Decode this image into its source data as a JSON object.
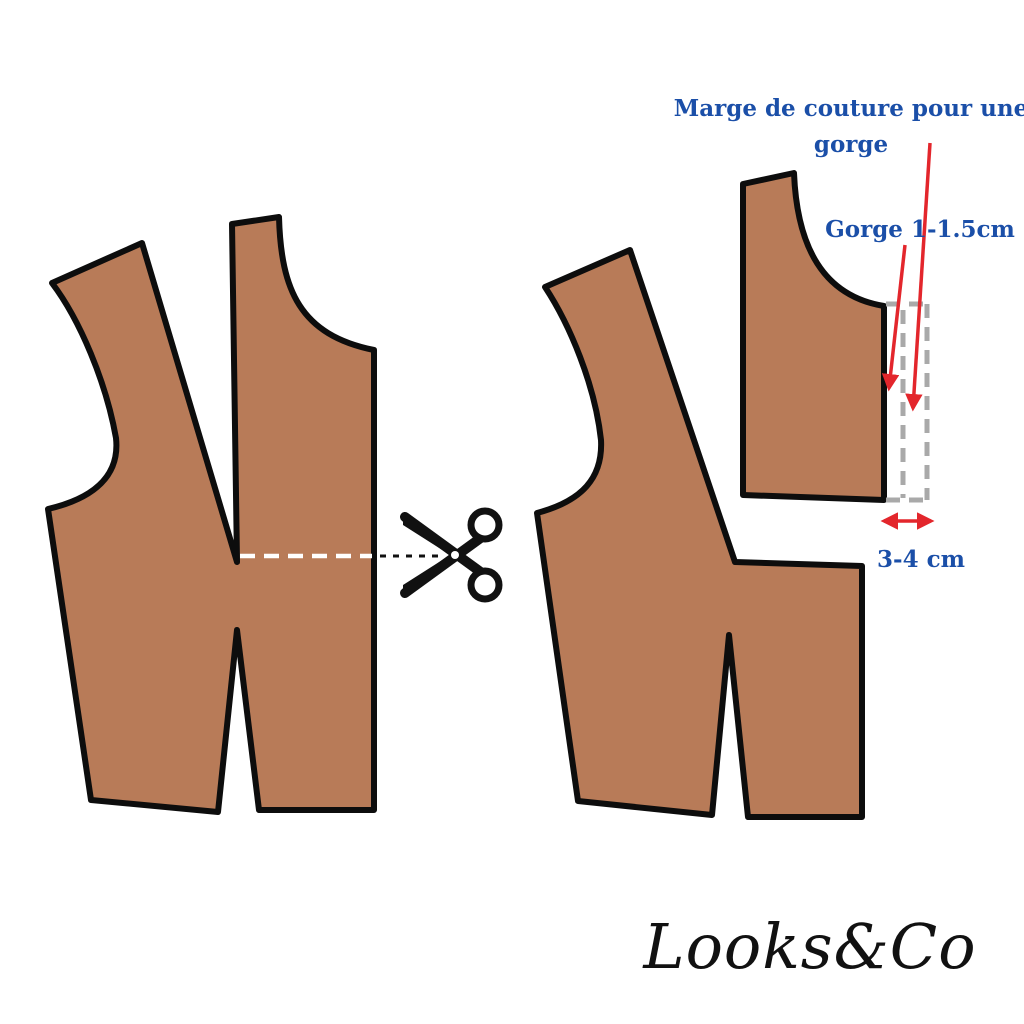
{
  "labels": {
    "seam_allowance_line1": "Marge de couture pour une",
    "seam_allowance_line2": "gorge",
    "gorge": "Gorge 1-1.5cm",
    "width": "3-4 cm"
  },
  "logo": {
    "text": "Looks&Co"
  },
  "colors": {
    "fabric": "#b87b58",
    "outline": "#0d0d0d",
    "label": "#1b4fa8",
    "arrow": "#e3262c",
    "allowance": "#a9a9a9",
    "cut_line": "#ffffff"
  },
  "icons": {
    "scissors": "scissors-icon"
  }
}
